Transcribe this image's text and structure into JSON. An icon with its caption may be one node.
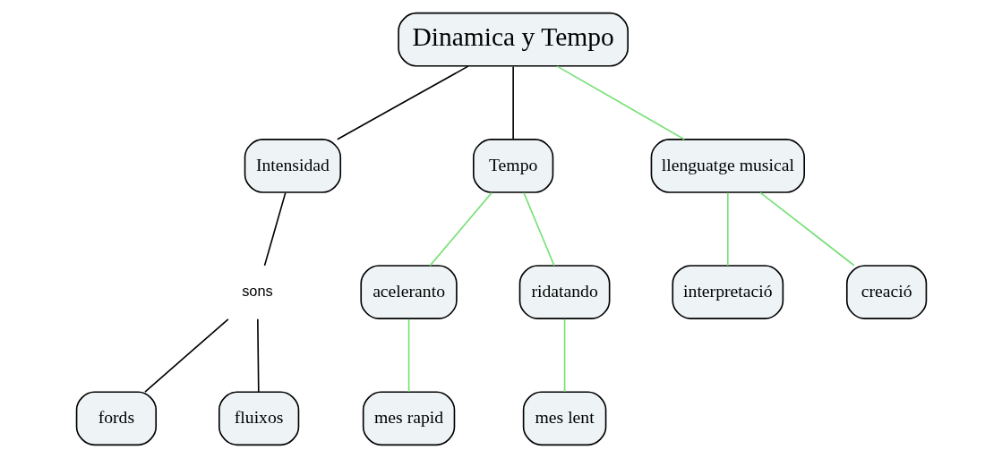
{
  "diagram": {
    "nodes": [
      {
        "text": [
          "Dinamica y Tempo"
        ]
      },
      {
        "text": [
          "Intensidad"
        ]
      },
      {
        "text": [
          "Tempo"
        ]
      },
      {
        "text": [
          "llenguatge musical"
        ]
      },
      {
        "text": [
          "sons"
        ]
      },
      {
        "text": [
          "aceleranto"
        ]
      },
      {
        "text": [
          "ridatando"
        ]
      },
      {
        "text": [
          "fords"
        ]
      },
      {
        "text": [
          "fluixos"
        ]
      },
      {
        "text": [
          "mes rapid"
        ]
      },
      {
        "text": [
          "mes lent"
        ]
      },
      {
        "text": [
          "interpretació"
        ]
      },
      {
        "text": [
          "creació"
        ]
      }
    ],
    "edges": [
      {
        "from": 0,
        "to": 1,
        "arrow": "none",
        "color": "#000000"
      },
      {
        "from": 0,
        "to": 2,
        "arrow": "none",
        "color": "#000000"
      },
      {
        "from": 0,
        "to": 3,
        "arrow": "none"
      },
      {
        "from": 1,
        "to": 4,
        "arrow": "none",
        "color": "#000000"
      },
      {
        "from": 4,
        "to": 7,
        "arrow": "none",
        "color": "#000000"
      },
      {
        "from": 4,
        "to": 8,
        "arrow": "none",
        "color": "#000000"
      },
      {
        "from": 2,
        "to": 5,
        "arrow": "none"
      },
      {
        "from": 2,
        "to": 6,
        "arrow": "none"
      },
      {
        "from": 5,
        "to": 9,
        "arrow": "none"
      },
      {
        "from": 6,
        "to": 10,
        "arrow": "none"
      },
      {
        "from": 3,
        "to": 11,
        "arrow": "none"
      },
      {
        "from": 3,
        "to": 12,
        "arrow": "none"
      }
    ]
  }
}
